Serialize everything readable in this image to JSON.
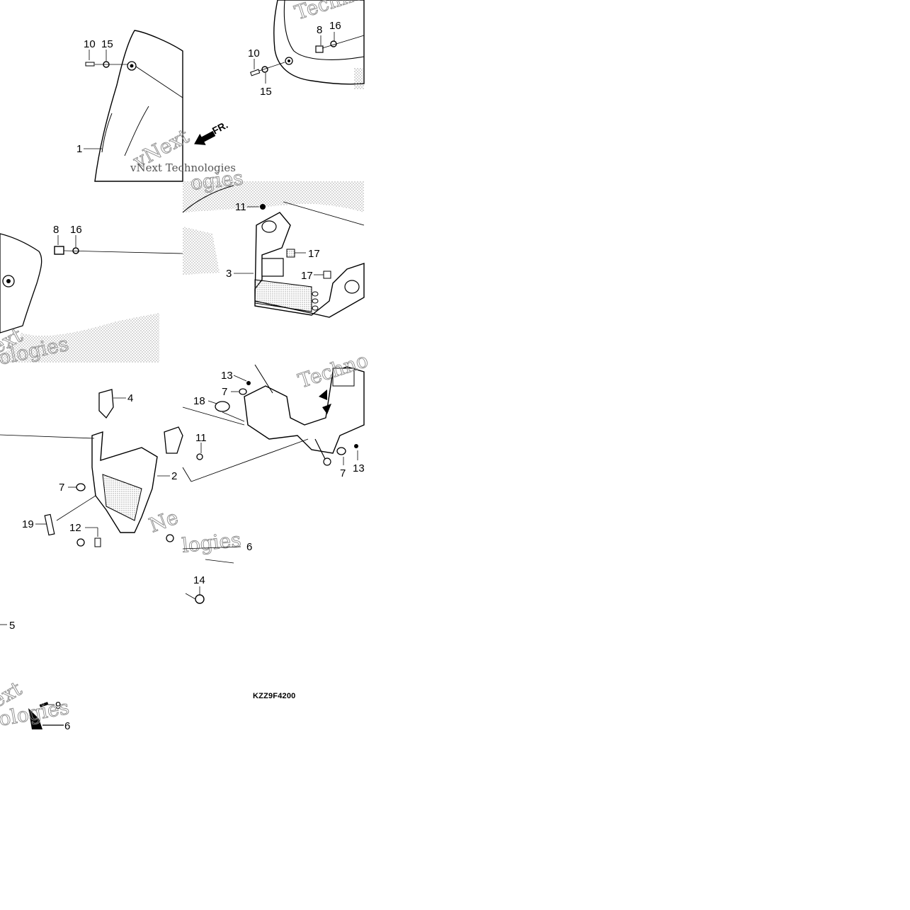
{
  "diagram_code": "KZZ9F4200",
  "front_marker": "FR.",
  "watermark": [
    "vNext",
    "Technologies",
    "vNext Technologies"
  ],
  "tiles": [
    {
      "name": "tile-top-left",
      "labels": [
        "10",
        "15",
        "1"
      ]
    },
    {
      "name": "tile-top-right",
      "labels": [
        "8",
        "16",
        "10",
        "15"
      ]
    },
    {
      "name": "tile-mid-left",
      "labels": [
        "8",
        "16"
      ]
    },
    {
      "name": "tile-mid-right",
      "labels": [
        "11",
        "17",
        "3",
        "17"
      ]
    },
    {
      "name": "tile-lower-left",
      "labels": [
        "4",
        "2",
        "7",
        "19",
        "12"
      ]
    },
    {
      "name": "tile-lower-right",
      "labels": [
        "13",
        "7",
        "18",
        "11",
        "7",
        "13",
        "6"
      ]
    },
    {
      "name": "tile-bottom-left",
      "labels": [
        "5"
      ]
    },
    {
      "name": "tile-bottom-right",
      "labels": [
        "14"
      ]
    },
    {
      "name": "tile-corner",
      "labels": [
        "9",
        "6"
      ]
    }
  ]
}
